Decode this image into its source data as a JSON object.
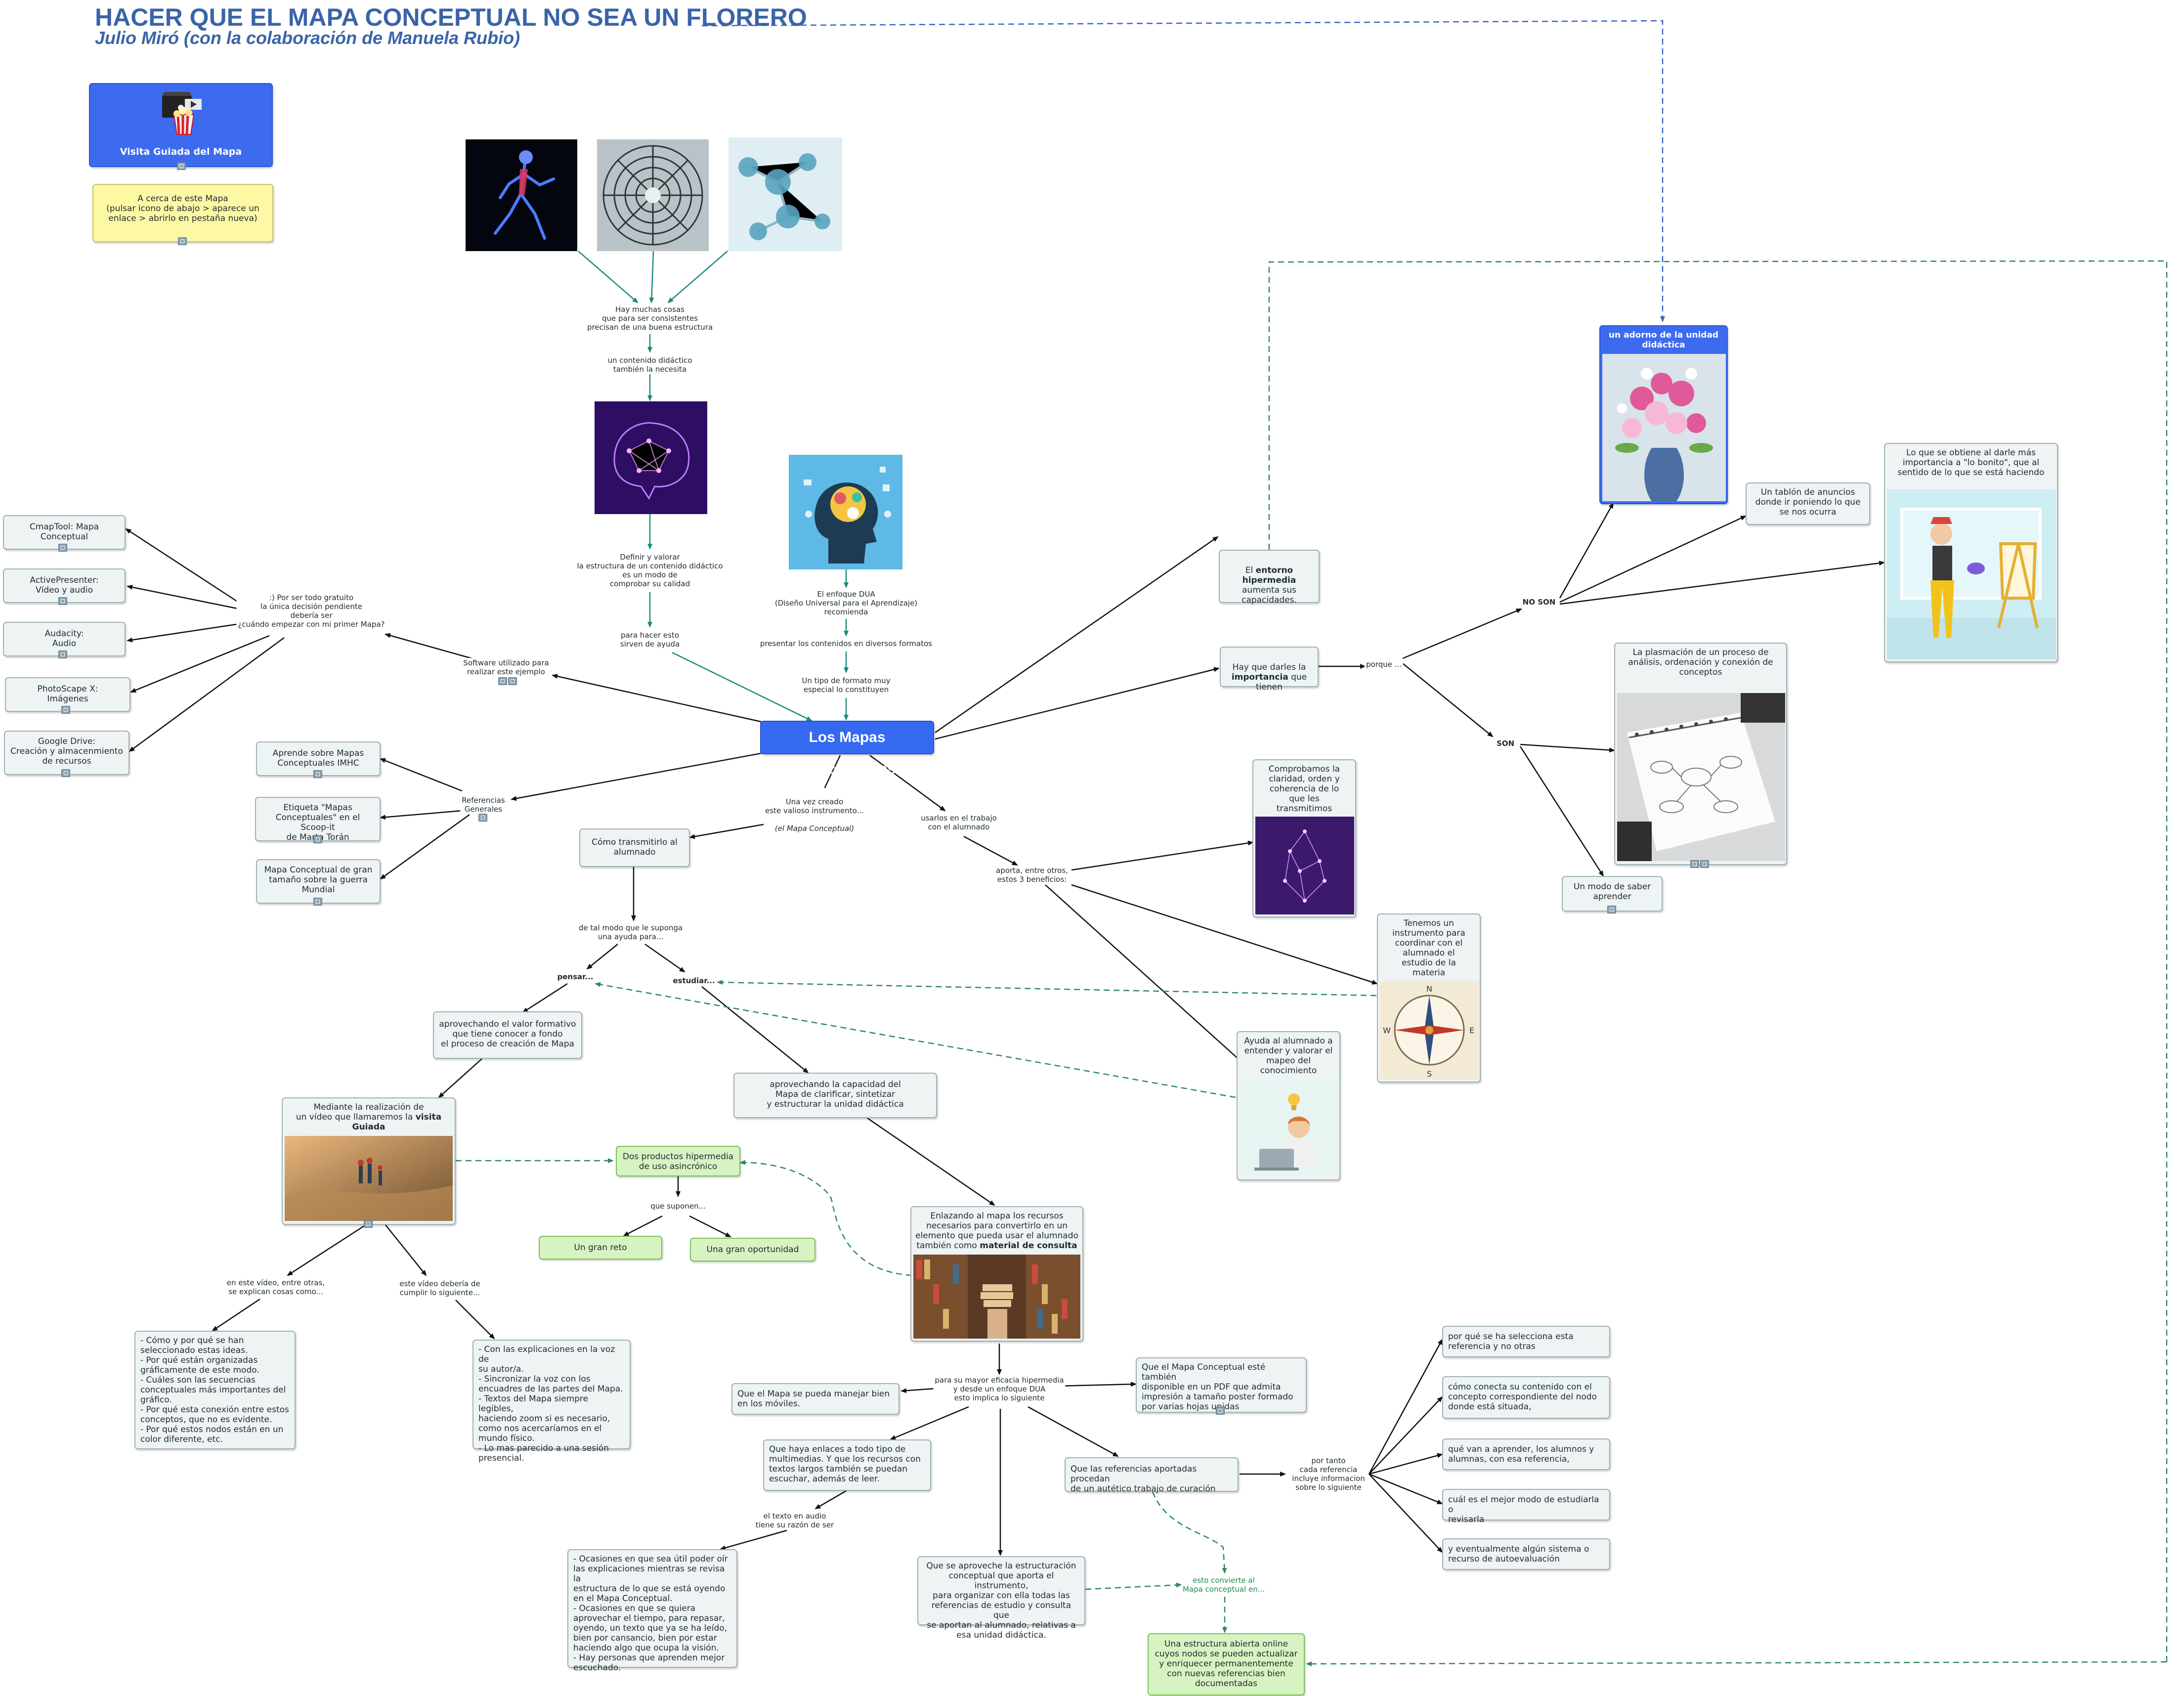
{
  "header": {
    "title": "HACER QUE EL MAPA CONCEPTUAL NO SEA UN FLORERO",
    "subtitle": "Julio Miró (con la colaboración de Manuela Rubio)"
  },
  "top_left": {
    "tour": "Visita Guiada del Mapa",
    "about": "A cerca de este Mapa\n(pulsar icono de abajo > aparece un\nenlace > abrirlo en pestaña nueva)"
  },
  "center": {
    "hub": "Los Mapas Conceptuales",
    "many_things": "Hay muchas cosas\nque para ser consistentes\nprecisan de una buena estructura",
    "didactic_needs": "un contenido didáctico\ntambién la necesita",
    "define_value": "Definir y valorar\nla estructura de un contenido didáctico\nes un modo de\ncomprobar su calidad",
    "to_do_this": "para hacer esto\nsirven de ayuda",
    "dua": "El enfoque DUA\n(Diseño Universal para el Aprendizaje)\nrecomienda",
    "present": "presentar los contenidos  en diversos formatos",
    "format_type": "Un tipo de formato muy\nespecial lo constituyen"
  },
  "software": {
    "label": "Software utilizado para\nrealizar este ejemplo",
    "question": ":) Por ser todo gratuito\nla única decisión pendiente\ndebería ser\n¿cuándo empezar con mi primer Mapa?",
    "items": [
      "CmapTool: Mapa\nConceptual",
      "ActivePresenter:\nVídeo y audio",
      "Audacity:\nAudio",
      "PhotoScape X:\nImágenes",
      "Google Drive:\nCreación y almacenmiento\nde recursos"
    ]
  },
  "references": {
    "label": "Referencias\nGenerales",
    "items": [
      "Aprende sobre Mapas\nConceptuales IMHC",
      "Etiqueta \"Mapas\nConceptuales\" en el Scoop-it\nde Marta Torán",
      "Mapa Conceptual de gran\ntamaño sobre la guerra\nMundial"
    ]
  },
  "transmit": {
    "once_created": "Una vez creado\neste valioso instrumento...",
    "once_created_italic": "(el Mapa Conceptual)",
    "how": "Cómo transmitirlo al\nalumnado",
    "so_that": "de tal modo que le suponga\nuna ayuda para...",
    "think": "pensar...",
    "study": "estudiar...",
    "leverage_value": "aprovechando el valor formativo\nque tiene conocer a fondo\nel proceso de creación de Mapa",
    "video_a": "Mediante la realización de\nun vídeo que llamaremos la ",
    "video_b": "visita\nGuiada",
    "leverage_capacity": "aprovechando la capacidad del\nMapa de clarificar, sintetizar\ny estructurar la unidad didáctica",
    "two_products": "Dos productos hipermedia\nde uso asincrónico",
    "imply": "que suponen...",
    "challenge": "Un gran reto",
    "opportunity": "Una gran oportunidad",
    "in_video": "en este vídeo, entre otras,\nse explican cosas como...",
    "should_meet": "este vídeo debería de\ncumplir lo siguiente...",
    "video_items": "- Cómo y por qué se han\nseleccionado estas ideas.\n- Por qué están organizadas\ngráficamente de este modo.\n- Cuáles son las secuencias\nconceptuales más importantes del\ngráfico.\n- Por qué esta conexión entre estos\nconceptos, que no es evidente.\n- Por qué estos nodos están en un\ncolor diferente, etc.",
    "video_reqs": "- Con las explicaciones en la voz de\nsu autor/a.\n- Sincronizar la voz con los\nencuadres de las partes del Mapa.\n- Textos del Mapa siempre legibles,\nhaciendo zoom si es necesario,\ncomo nos acercaríamos en el\nmundo físico.\n- Lo mas parecido a una sesión\npresencial."
  },
  "resources": {
    "link_a": "Enlazando al mapa los recursos\nnecesarios para convertirlo en un\nelemento que pueda usar el alumnado\ntambién como ",
    "link_b": "material de consulta",
    "efficacy": "para su mayor eficacia hipermedia\ny desde un enfoque DUA\nesto implica lo siguiente",
    "mobile": "Que el Mapa se pueda manejar bien\nen los móviles.",
    "pdf": "Que el Mapa Conceptual esté también\ndisponible en un PDF que admita\nimpresión a tamaño poster formado\npor varias hojas unidas",
    "links": "Que haya enlaces a todo tipo de\nmultimedias. Y que los recursos con\ntextos largos también se puedan\nescuchar, además de leer.",
    "audio_text": "el texto en audio\ntiene su razón de ser",
    "audio_items": "- Ocasiones en que sea útil poder oír\nlas explicaciones mientras se revisa la\nestructura de lo que se está oyendo\nen el Mapa Conceptual.\n- Ocasiones en que se quiera\naprovechar el tiempo, para repasar,\noyendo, un texto que ya se ha leído,\nbien por cansancio, bien por estar\nhaciendo algo que ocupa la visión.\n- Hay personas que aprenden mejor\nescuchado.",
    "leverage_structure": "Que se aproveche la estructuración\nconceptual que aporta el instrumento,\npara organizar con ella todas las\nreferencias de estudio y consulta que\nse aportan al alumnado, relativas a\nesa unidad didáctica.",
    "curation": "Que las referencias aportadas procedan\nde un autético trabajo de curación",
    "therefore": "por tanto\ncada referencia\nincluye informacion\nsobre lo siguiente",
    "ref_items": [
      "por qué se ha selecciona esta\nreferencia y no otras",
      "cómo conecta su contenido con el\nconcepto correspondiente del nodo\ndonde está situada,",
      "qué van a aprender, los alumnos y\nalumnas, con esa referencia,",
      "cuál es el mejor modo de estudiarla o\nrevisarla",
      "y eventualmente algún sistema o\nrecurso de autoevaluación"
    ],
    "becomes": "esto convierte al\nMapa conceptual en...",
    "open_structure": "Una estructura abierta online\ncuyos nodos se pueden actualizar\ny enriquecer permanentemente\ncon nuevas referencias bien\ndocumentadas"
  },
  "benefits": {
    "use_with": "usarlos en el trabajo\ncon el alumnado",
    "provides": "aporta, entre otros,\nestos 3 beneficios:",
    "check": "Comprobamos la\nclaridad, orden y\ncoherencia de lo\nque les\ntransmitimos",
    "coordinate": "Tenemos un\ninstrumento para\ncoordinar con el\nalumnado el\nestudio de la\nmateria",
    "help": "Ayuda al alumnado a\nentender y valorar el\nmapeo del\nconocimiento"
  },
  "right": {
    "environment_a": "El ",
    "environment_b": "entorno\nhipermedia",
    "environment_c": "\naumenta sus\ncapacidades.",
    "importance_a": "Hay que darles la\n",
    "importance_b": "importancia",
    "importance_c": " que\ntienen",
    "because": "porque ...",
    "not_are": "NO SON",
    "are": "SON",
    "ornament": "un adorno de la unidad\ndidáctica",
    "board": "Un tablón de anuncios\ndonde ir poniendo lo que\nse nos ocurra",
    "pretty": "Lo que se obtiene al darle más\nimportancia a \"lo bonito\", que al\nsentido de lo que se está haciendo",
    "process": "La plasmación de un proceso de\nanálisis, ordenación y conexión de\nconceptos",
    "learn": "Un modo de saber\naprender"
  },
  "colors": {
    "title": "#3a64a8",
    "hub": "#3569f2",
    "node_fill": "#eef3f4",
    "green_node": "#d8f3c2",
    "teal_line": "#1a8a7c",
    "dashed_green": "#2e8b57",
    "dashed_blue": "#3366cc"
  }
}
